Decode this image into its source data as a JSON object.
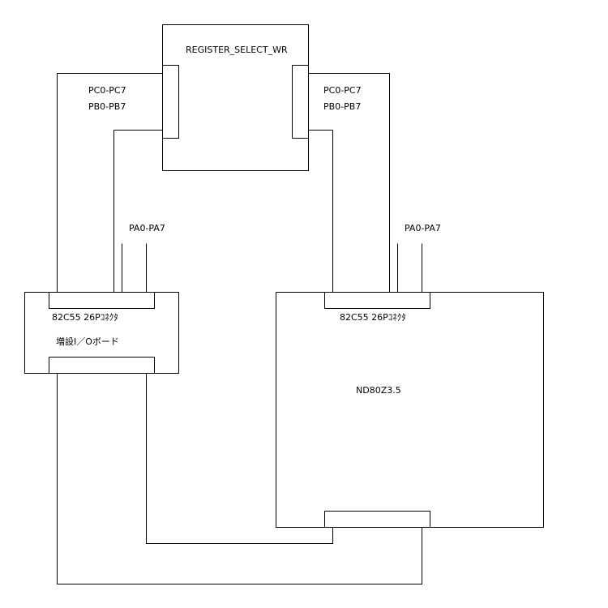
{
  "register_select": {
    "label": "REGISTER_SELECT_WR"
  },
  "left_bus": {
    "pc_label": "PC0-PC7",
    "pb_label": "PB0-PB7",
    "pa_label": "PA0-PA7"
  },
  "right_bus": {
    "pc_label": "PC0-PC7",
    "pb_label": "PB0-PB7",
    "pa_label": "PA0-PA7"
  },
  "io_board": {
    "connector_label": "82C55 26Pｺﾈｸﾀ",
    "name": "増設I／Oボード"
  },
  "nd80": {
    "connector_label": "82C55 26Pｺﾈｸﾀ",
    "name": "ND80Z3.5"
  },
  "colors": {
    "stroke": "#000000",
    "background": "#ffffff"
  }
}
